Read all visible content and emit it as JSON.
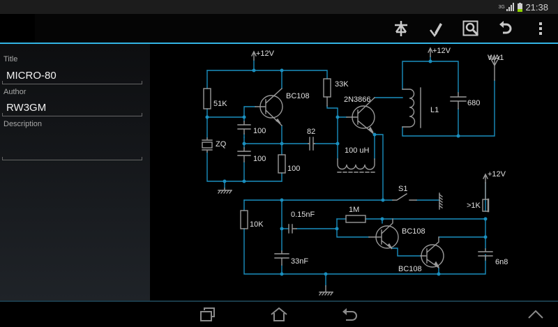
{
  "status_bar": {
    "network": "3G",
    "time": "21:38",
    "battery_color": "#8fd400"
  },
  "action_bar": {
    "icons": [
      "component-icon",
      "edit-pen-icon",
      "zoom-icon",
      "undo-icon",
      "overflow-menu-icon"
    ],
    "accent": "#33b5e5"
  },
  "properties": {
    "title_label": "Title",
    "title_value": "MICRO-80",
    "author_label": "Author",
    "author_value": "RW3GM",
    "description_label": "Description",
    "description_value": ""
  },
  "schematic": {
    "wire_color": "#1a8fbf",
    "component_color": "#9a9a9a",
    "labels": {
      "vcc1": "+12V",
      "vcc2": "+12V",
      "vcc3": "+12V",
      "r_51k": "51K",
      "q1": "BC108",
      "c_100a": "100",
      "c_100b": "100",
      "zq": "ZQ",
      "r_100": "100",
      "c_82": "82",
      "r_33k": "33K",
      "q2": "2N3866",
      "l_100uh": "100 uH",
      "l1": "L1",
      "c_680": "680",
      "wa1": "WA1",
      "s1": "S1",
      "r_1k": ">1K",
      "r_10k": "10K",
      "c_015": "0.15nF",
      "r_1m": "1M",
      "q3": "BC108",
      "q4": "BC108",
      "c_33nf": "33nF",
      "c_6n8": "6n8"
    }
  },
  "nav_bar": {
    "buttons": [
      "recent-apps",
      "home",
      "back",
      "menu-up"
    ]
  }
}
